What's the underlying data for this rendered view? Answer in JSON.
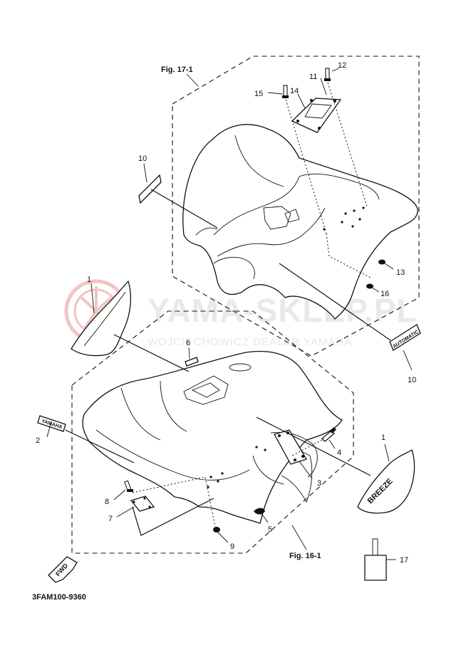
{
  "figures": {
    "upper_ref": "Fig. 17-1",
    "lower_ref": "Fig. 16-1"
  },
  "watermark": {
    "main": "YAMA-SKLEP.PL",
    "sub": "WOJCIECHOWICZ DEALER YAMAHA",
    "logo": "yamaha-tuning-fork-logo"
  },
  "callouts": {
    "c1a": "1",
    "c1b": "1",
    "c2": "2",
    "c3": "3",
    "c4": "4",
    "c5": "5",
    "c6": "6",
    "c7": "7",
    "c8": "8",
    "c9": "9",
    "c10a": "10",
    "c10b": "10",
    "c11": "11",
    "c12": "12",
    "c13": "13",
    "c14": "14",
    "c15": "15",
    "c16": "16",
    "c17": "17"
  },
  "decals": {
    "breeze": "BREEZE",
    "automatic": "AUTOMATIC",
    "fwd": "FWD",
    "yamaha": "YAMAHA"
  },
  "part_number": "3FAM100-9360"
}
